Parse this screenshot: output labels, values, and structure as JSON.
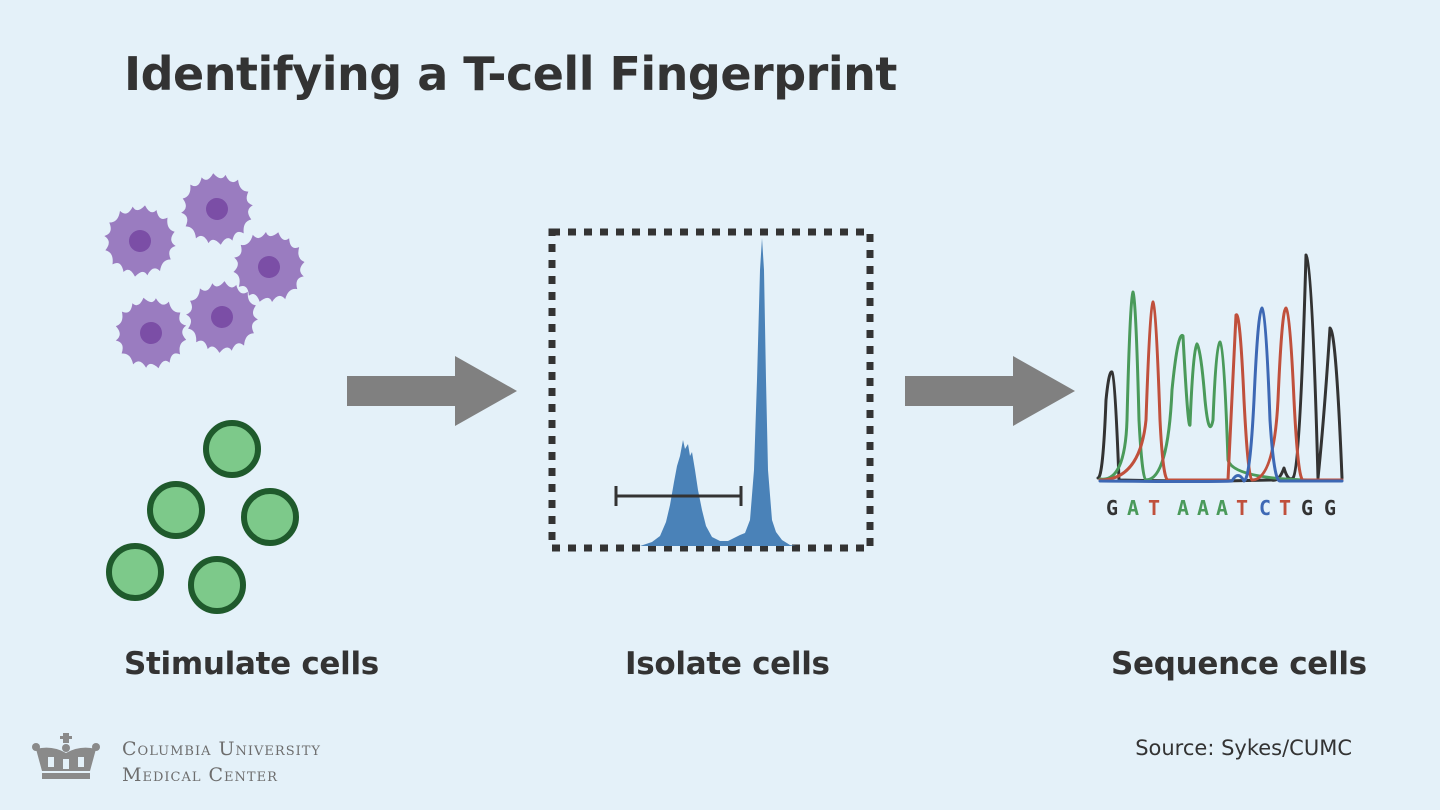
{
  "title": "Identifying a T-cell Fingerprint",
  "steps": [
    {
      "label": "Stimulate cells"
    },
    {
      "label": "Isolate cells"
    },
    {
      "label": "Sequence cells"
    }
  ],
  "sequence": {
    "bases": [
      {
        "letter": "G",
        "color": "#333333"
      },
      {
        "letter": "A",
        "color": "#4a9a5a"
      },
      {
        "letter": "T",
        "color": "#c0503c"
      },
      {
        "letter": "A",
        "color": "#4a9a5a"
      },
      {
        "letter": "A",
        "color": "#4a9a5a"
      },
      {
        "letter": "A",
        "color": "#4a9a5a"
      },
      {
        "letter": "T",
        "color": "#c0503c"
      },
      {
        "letter": "C",
        "color": "#3d68b4"
      },
      {
        "letter": "T",
        "color": "#c0503c"
      },
      {
        "letter": "G",
        "color": "#333333"
      },
      {
        "letter": "G",
        "color": "#333333"
      }
    ]
  },
  "logo": {
    "line1": "Columbia University",
    "line2": "Medical Center"
  },
  "source": "Source: Sykes/CUMC",
  "colors": {
    "background": "#e4f1f9",
    "text": "#333333",
    "arrow": "#808080",
    "activated_cell": "#9a7cc0",
    "activated_nucleus": "#7b4ea6",
    "resting_cell_fill": "#7dc98a",
    "resting_cell_outline": "#1f5a2c",
    "histogram": "#4a82b8",
    "trace_black": "#333333",
    "trace_green": "#4a9a5a",
    "trace_red": "#c0503c",
    "trace_blue": "#3d68b4"
  },
  "icons": {
    "arrow_1": "right-arrow-icon",
    "arrow_2": "right-arrow-icon",
    "logo": "crown-icon"
  }
}
